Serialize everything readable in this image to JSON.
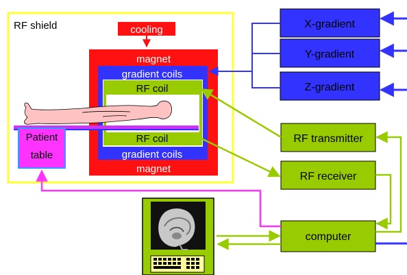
{
  "labels": {
    "rf_shield": "RF shield",
    "cooling": "cooling",
    "magnet_top": "magnet",
    "magnet_bottom": "magnet",
    "gradient_coils_top": "gradient coils",
    "gradient_coils_bottom": "gradient coils",
    "rf_coil_top": "RF coil",
    "rf_coil_bottom": "RF coil",
    "patient_table_line1": "Patient",
    "patient_table_line2": "table",
    "x_gradient": "X-gradient",
    "y_gradient": "Y-gradient",
    "z_gradient": "Z-gradient",
    "rf_transmitter": "RF transmitter",
    "rf_receiver": "RF receiver",
    "computer": "computer"
  },
  "colors": {
    "shield": "#ffff33",
    "magnet": "#ff1111",
    "gradient": "#3333ff",
    "rf_coil": "#99cc00",
    "patient_table": "#ff33ff",
    "computer_box": "#99cc00",
    "monitor": "#111111",
    "keyboard": "#ffff99",
    "skin": "#ffc2c2",
    "link_gradient": "#3333ff",
    "link_rf": "#99cc00",
    "link_table": "#ff33ff"
  }
}
